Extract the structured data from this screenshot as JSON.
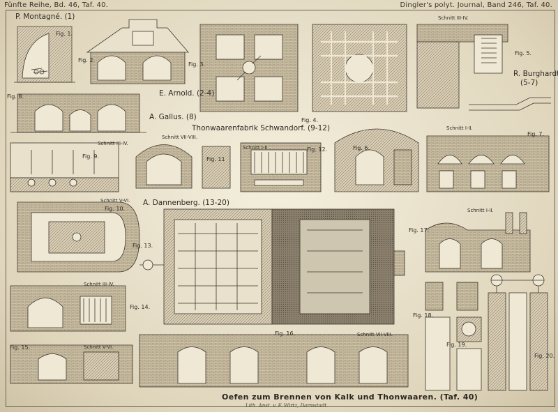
{
  "header": {
    "left": "Fünfte Reihe, Bd. 46, Taf. 40.",
    "right": "Dingler's polyt. Journal, Band 246, Taf. 40."
  },
  "authors": {
    "montagne": "P. Montagné. (1)",
    "arnold": "E. Arnold. (2-4)",
    "gallus": "A. Gallus. (8)",
    "schwandorf": "Thonwaarenfabrik Schwandorf. (9-12)",
    "dannenberg": "A. Dannenberg. (13-20)",
    "burghardt": "R. Burghardt.",
    "burghardt_figs": "(5-7)"
  },
  "figures": {
    "fig1": "Fig. 1.",
    "fig2": "Fig. 2.",
    "fig3": "Fig. 3.",
    "fig4": "Fig. 4.",
    "fig5": "Fig. 5.",
    "fig6": "Fig. 6.",
    "fig7": "Fig. 7.",
    "fig8": "Fig. 8.",
    "fig9": "Fig. 9.",
    "fig10": "Fig. 10.",
    "fig11": "Fig. 11",
    "fig12": "Fig. 12.",
    "fig13": "Fig. 13.",
    "fig14": "Fig. 14.",
    "fig15": "Fig. 15.",
    "fig16": "Fig. 16.",
    "fig17": "Fig. 17.",
    "fig18": "Fig. 18.",
    "fig19": "Fig. 19.",
    "fig20": "Fig. 20."
  },
  "sections": {
    "s_iii_iv_top": "Schnitt III-IV.",
    "s_i_ii_right": "Schnitt I-II.",
    "s_iii_iv_fig9": "Schnitt III-IV.",
    "s_vii_viii_fig11": "Schnitt VII-VIII.",
    "s_i_ii_fig12": "Schnitt I-II",
    "s_v_vi_fig10": "Schnitt V-VI.",
    "s_iii_iv_fig14": "Schnitt III-IV.",
    "s_v_vi_fig15": "Schnitt V-VI.",
    "s_vii_viii_fig16": "Schnitt VII-VIII.",
    "s_i_ii_fig17": "Schnitt I-II."
  },
  "footer": {
    "title": "Oefen zum Brennen von Kalk und Thonwaaren. (Taf. 40)",
    "credit": "Lith. Anst. v. F. Wirtz, Darmstadt."
  }
}
